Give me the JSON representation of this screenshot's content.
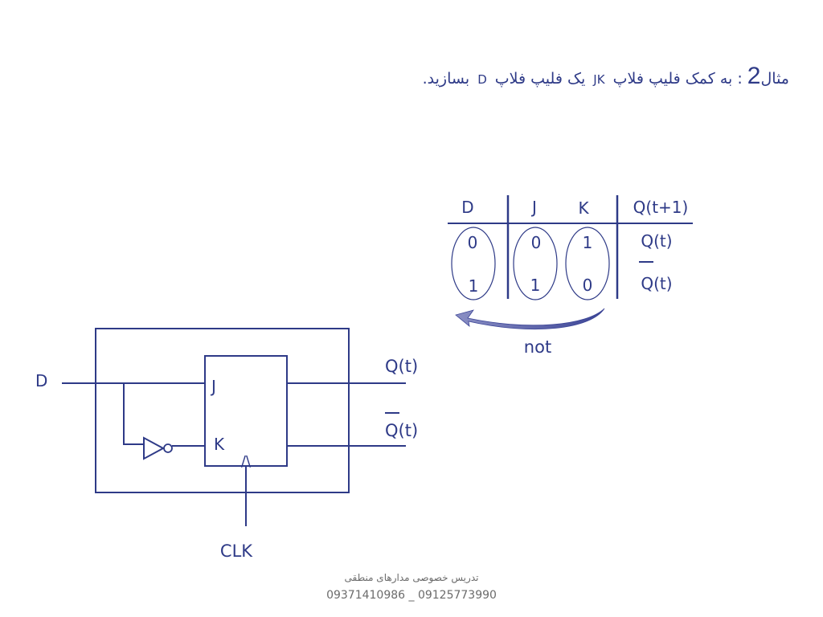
{
  "title": {
    "prefix": "مثال",
    "number": "2",
    "sep": " : ",
    "part1": "به کمک فلیپ فلاپ",
    "jk": "JK",
    "part2": "یک فلیپ فلاپ",
    "d": "D",
    "part3": "بسازید."
  },
  "truth_table": {
    "headers": [
      "D",
      "J",
      "K",
      "Q(t+1)"
    ],
    "rows": [
      [
        "0",
        "0",
        "1",
        "Q(t)"
      ],
      [
        "1",
        "1",
        "0",
        "Q(t)"
      ]
    ],
    "arrow_label": "not"
  },
  "circuit": {
    "input_label": "D",
    "j_label": "J",
    "k_label": "K",
    "clk_mark": "/\\",
    "clk_label": "CLK",
    "q_label": "Q(t)",
    "qbar_label": "Q(t)"
  },
  "footer": {
    "line1": "تدریس  خصوصی مدارهای منطقی",
    "line2": "09371410986 _ 09125773990"
  },
  "colors": {
    "ink": "#2e3a87",
    "footer": "#6b6b6b"
  }
}
